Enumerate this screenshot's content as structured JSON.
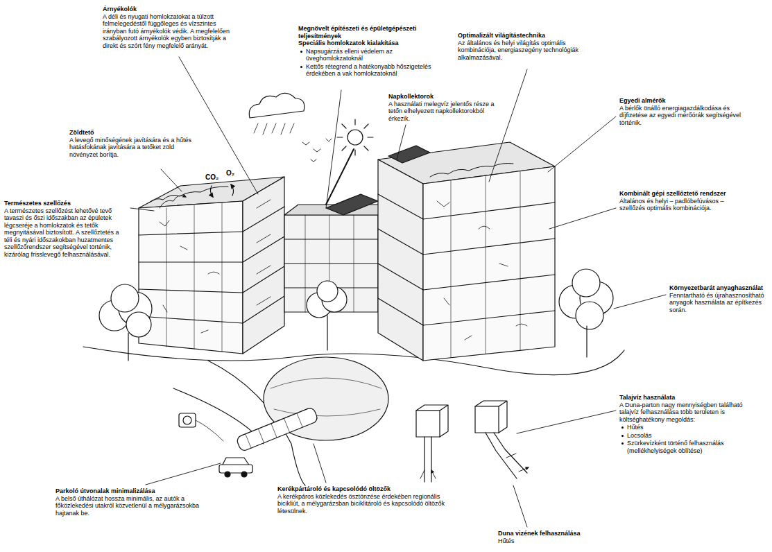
{
  "diagram": {
    "labels": [
      "Árnyékolók",
      "A déli és nyugati homlokzatokat a túlzott felmelegedéstől függőleges és vízszintes irányban futó árnyékolók védik. A megfelelően szabályozott árnyékolók egyben biztosítják a direkt és szórt fény megfelelő arányát.",
      "Zöldtető",
      "A levegő minőségének javítására és a hűtés hatásfokának javítására a tetőket zöld növényzet borítja.",
      "CO₂",
      "O₂",
      "Megnövelt építészeti és épületgépészeti teljesítmények",
      "Speciális homlokzatok kialakítása",
      "Napsugárzás elleni védelem az üveghomlokzatoknál",
      "Kettős rétegrend a hatékonyabb hőszigetelés érdekében a vak homlokzatoknál",
      "Optimalizált világítástechnika",
      "Az általános és helyi világítás optimális kombinációja, energiaszegény technológiák alkalmazásával.",
      "Napkollektorok",
      "A használati melegvíz jelentős része a tetőn elhelyezett napkollektorokból érkezik.",
      "Egyedi almérők",
      "A bérlők önálló energiagazdálkodása és díjfizetése az egyedi mérőórák segítségével történik.",
      "Természetes szellőzés",
      "A természetes szellőzést lehetővé tevő tavaszi és őszi időszakban az épületek légcseréje a homlokzatok és tetők megnyitásával biztosított. A szellőztetés a téli és nyári időszakokban huzatmentes szellőzőrendszer segítségével történik, kizárólag frisslevegő felhasználásával.",
      "Kombinált gépi szellőztető rendszer",
      "Általános és helyi – padlóbefúvásos – szellőzés optimális kombinációja.",
      "Környezetbarát anyaghasználat",
      "Fenntartható és újrahasznosítható anyagok használata az építkezés során.",
      "Talajvíz használata",
      "A Duna-parton nagy mennyiségben található talajvíz felhasználása több területen is költséghatékony megoldás:",
      "Hűtés",
      "Locsolás",
      "Szürkevízként történő felhasználás (mellékhelyiségek öblítése)",
      "Parkoló útvonalak minimalizálása",
      "A belső úthálózat hossza minimális, az autók a főközlekedési utakról közvetlenül a mélygarázsokba hajtanak be.",
      "Kerékpártároló és kapcsolódó öltözők",
      "A kerékpáros közlekedés ösztönzése érdekében regionális bicikliút, a mélygarázsban biciklitároló és kapcsolódó öltözők létesülnek.",
      "Duna vizének felhasználása",
      "Hűtés"
    ]
  }
}
